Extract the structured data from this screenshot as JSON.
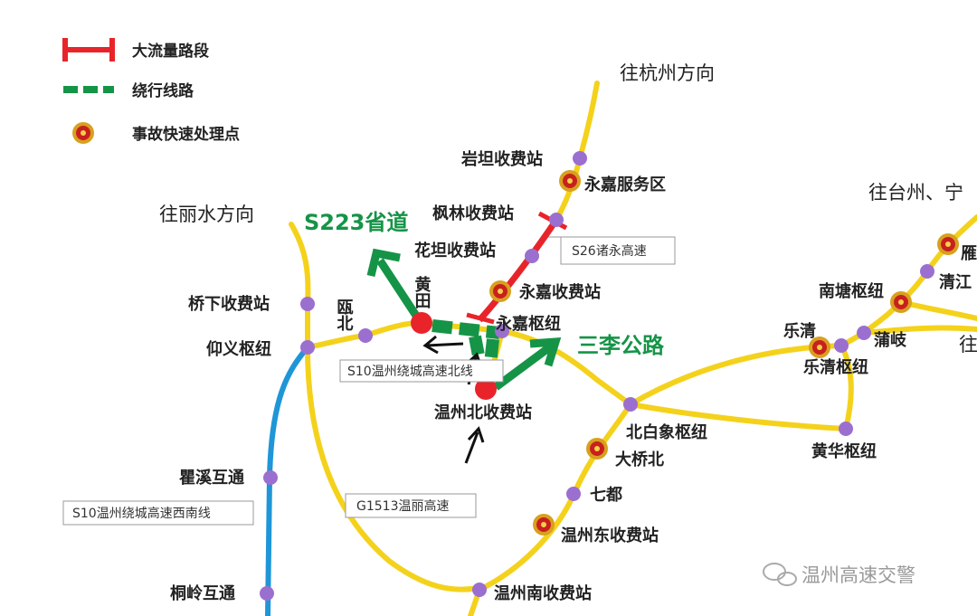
{
  "legend": {
    "heavy_traffic": "大流量路段",
    "detour": "绕行线路",
    "accident_point": "事故快速处理点"
  },
  "directions": {
    "hangzhou": "往杭州方向",
    "lishui": "往丽水方向",
    "taizhou": "往台州、宁",
    "right_edge": "往"
  },
  "stations": {
    "yantan": "岩坦收费站",
    "yongjia_service": "永嘉服务区",
    "fenglin": "枫林收费站",
    "huatan": "花坦收费站",
    "yongjia_toll": "永嘉收费站",
    "yongjia_hub": "永嘉枢纽",
    "qiaoxia": "桥下收费站",
    "yangyi": "仰义枢纽",
    "oubei": "瓯北",
    "huangtian": "黄田",
    "wenzhou_north": "温州北收费站",
    "beibaixiang": "北白象枢纽",
    "daqiaobei": "大桥北",
    "qidu": "七都",
    "wenzhou_east": "温州东收费站",
    "wenzhou_south": "温州南收费站",
    "quxi": "瞿溪互通",
    "tongling": "桐岭互通",
    "yueqing": "乐清",
    "yueqing_hub": "乐清枢纽",
    "puqi": "蒲岐",
    "huanghua": "黄华枢纽",
    "nantang": "南塘枢纽",
    "qingjiang": "清江",
    "yan": "雁"
  },
  "road_labels": {
    "s26": "S26诸永高速",
    "s10_north": "S10温州绕城高速北线",
    "s10_sw": "S10温州绕城高速西南线",
    "g1513": "G1513温丽高速"
  },
  "routes": {
    "s223": "S223省道",
    "sanli": "三李公路"
  },
  "watermark": "温州高速交警",
  "colors": {
    "highway": "#F4D21C",
    "s10_sw_line": "#1E96D8",
    "heavy": "#E8242A",
    "detour": "#159447",
    "node": "#9B6FD0",
    "label_text": "#222222"
  }
}
